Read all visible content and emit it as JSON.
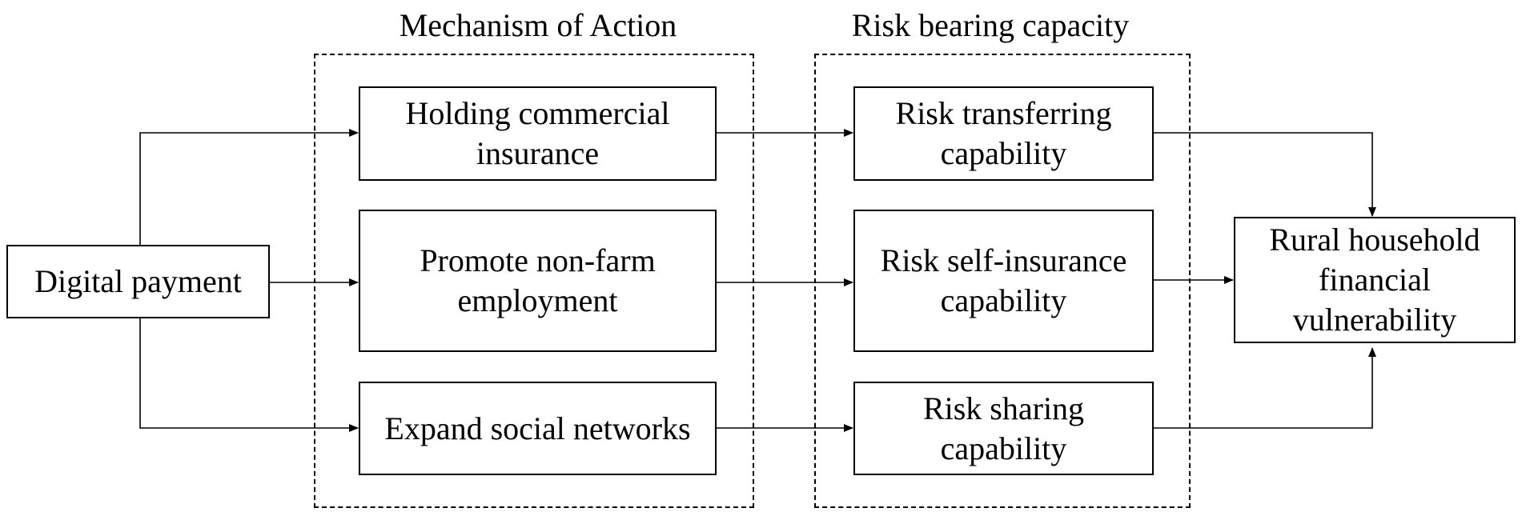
{
  "groups": {
    "mechanism": "Mechanism of Action",
    "risk_capacity": "Risk bearing capacity"
  },
  "nodes": {
    "digital_payment": "Digital payment",
    "insurance": "Holding commercial\ninsurance",
    "nonfarm": "Promote non-farm\nemployment",
    "social": "Expand social networks",
    "transfer": "Risk transferring\ncapability",
    "self_insurance": "Risk self-insurance\ncapability",
    "sharing": "Risk sharing\ncapability",
    "vulnerability": "Rural household\nfinancial\nvulnerability"
  }
}
